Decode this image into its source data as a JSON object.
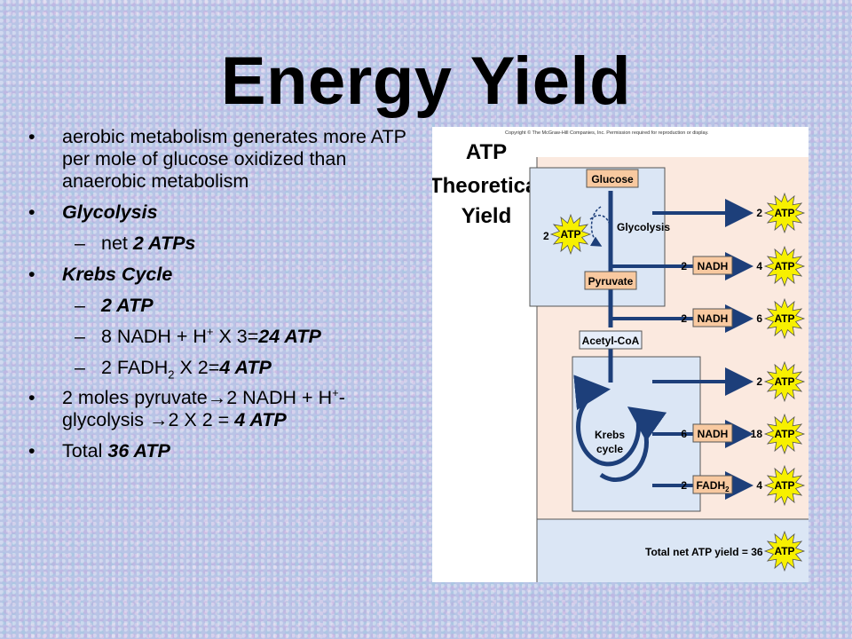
{
  "title": "Energy Yield",
  "bullets": {
    "b1": "aerobic metabolism generates more ATP per mole of glucose oxidized than anaerobic metabolism",
    "b2": "Glycolysis",
    "b2_s1_pre": "net ",
    "b2_s1_bold": "2 ATPs",
    "b3": "Krebs Cycle",
    "b3_s1": "2 ATP",
    "b3_s2_a": "8 NADH + H",
    "b3_s2_sup": "+",
    "b3_s2_b": " X 3=",
    "b3_s2_bold": "24 ATP",
    "b3_s3_a": "2 FADH",
    "b3_s3_sub": "2",
    "b3_s3_b": " X 2=",
    "b3_s3_bold": "4 ATP",
    "b4_a": "2 moles pyruvate",
    "b4_arrow1": "→",
    "b4_b": "2 NADH + H",
    "b4_sup": "+",
    "b4_c": "-glycolysis ",
    "b4_arrow2": "→",
    "b4_d": "2 X 2 = ",
    "b4_bold": "4 ATP",
    "b5_pre": "Total ",
    "b5_bold": "36 ATP"
  },
  "figure": {
    "copyright": "Copyright © The McGraw-Hill Companies, Inc. Permission required for reproduction or display.",
    "heading_1": "ATP",
    "heading_2": "Theoretical",
    "heading_3": "Yield",
    "glucose": "Glucose",
    "glycolysis": "Glycolysis",
    "pyruvate": "Pyruvate",
    "acetyl_coa": "Acetyl-CoA",
    "krebs_1": "Krebs",
    "krebs_2": "cycle",
    "invest_count": "2",
    "atp": "ATP",
    "nadh": "NADH",
    "fadh": "FADH",
    "fadh_sub": "2",
    "rows": [
      {
        "carrier_count": "",
        "carrier": "",
        "atp_count": "2"
      },
      {
        "carrier_count": "2",
        "carrier": "NADH",
        "atp_count": "4"
      },
      {
        "carrier_count": "2",
        "carrier": "NADH",
        "atp_count": "6"
      },
      {
        "carrier_count": "",
        "carrier": "",
        "atp_count": "2"
      },
      {
        "carrier_count": "6",
        "carrier": "NADH",
        "atp_count": "18"
      },
      {
        "carrier_count": "2",
        "carrier": "FADH2",
        "atp_count": "4"
      }
    ],
    "total_label": "Total net ATP yield = 36"
  },
  "colors": {
    "background": "#b9c4e6",
    "arrow_blue": "#1d3f7a",
    "panel_peach": "#fbe9df",
    "panel_blue": "#dbe6f5",
    "box_orange": "#f8c9a0",
    "star_yellow": "#f7f000"
  }
}
